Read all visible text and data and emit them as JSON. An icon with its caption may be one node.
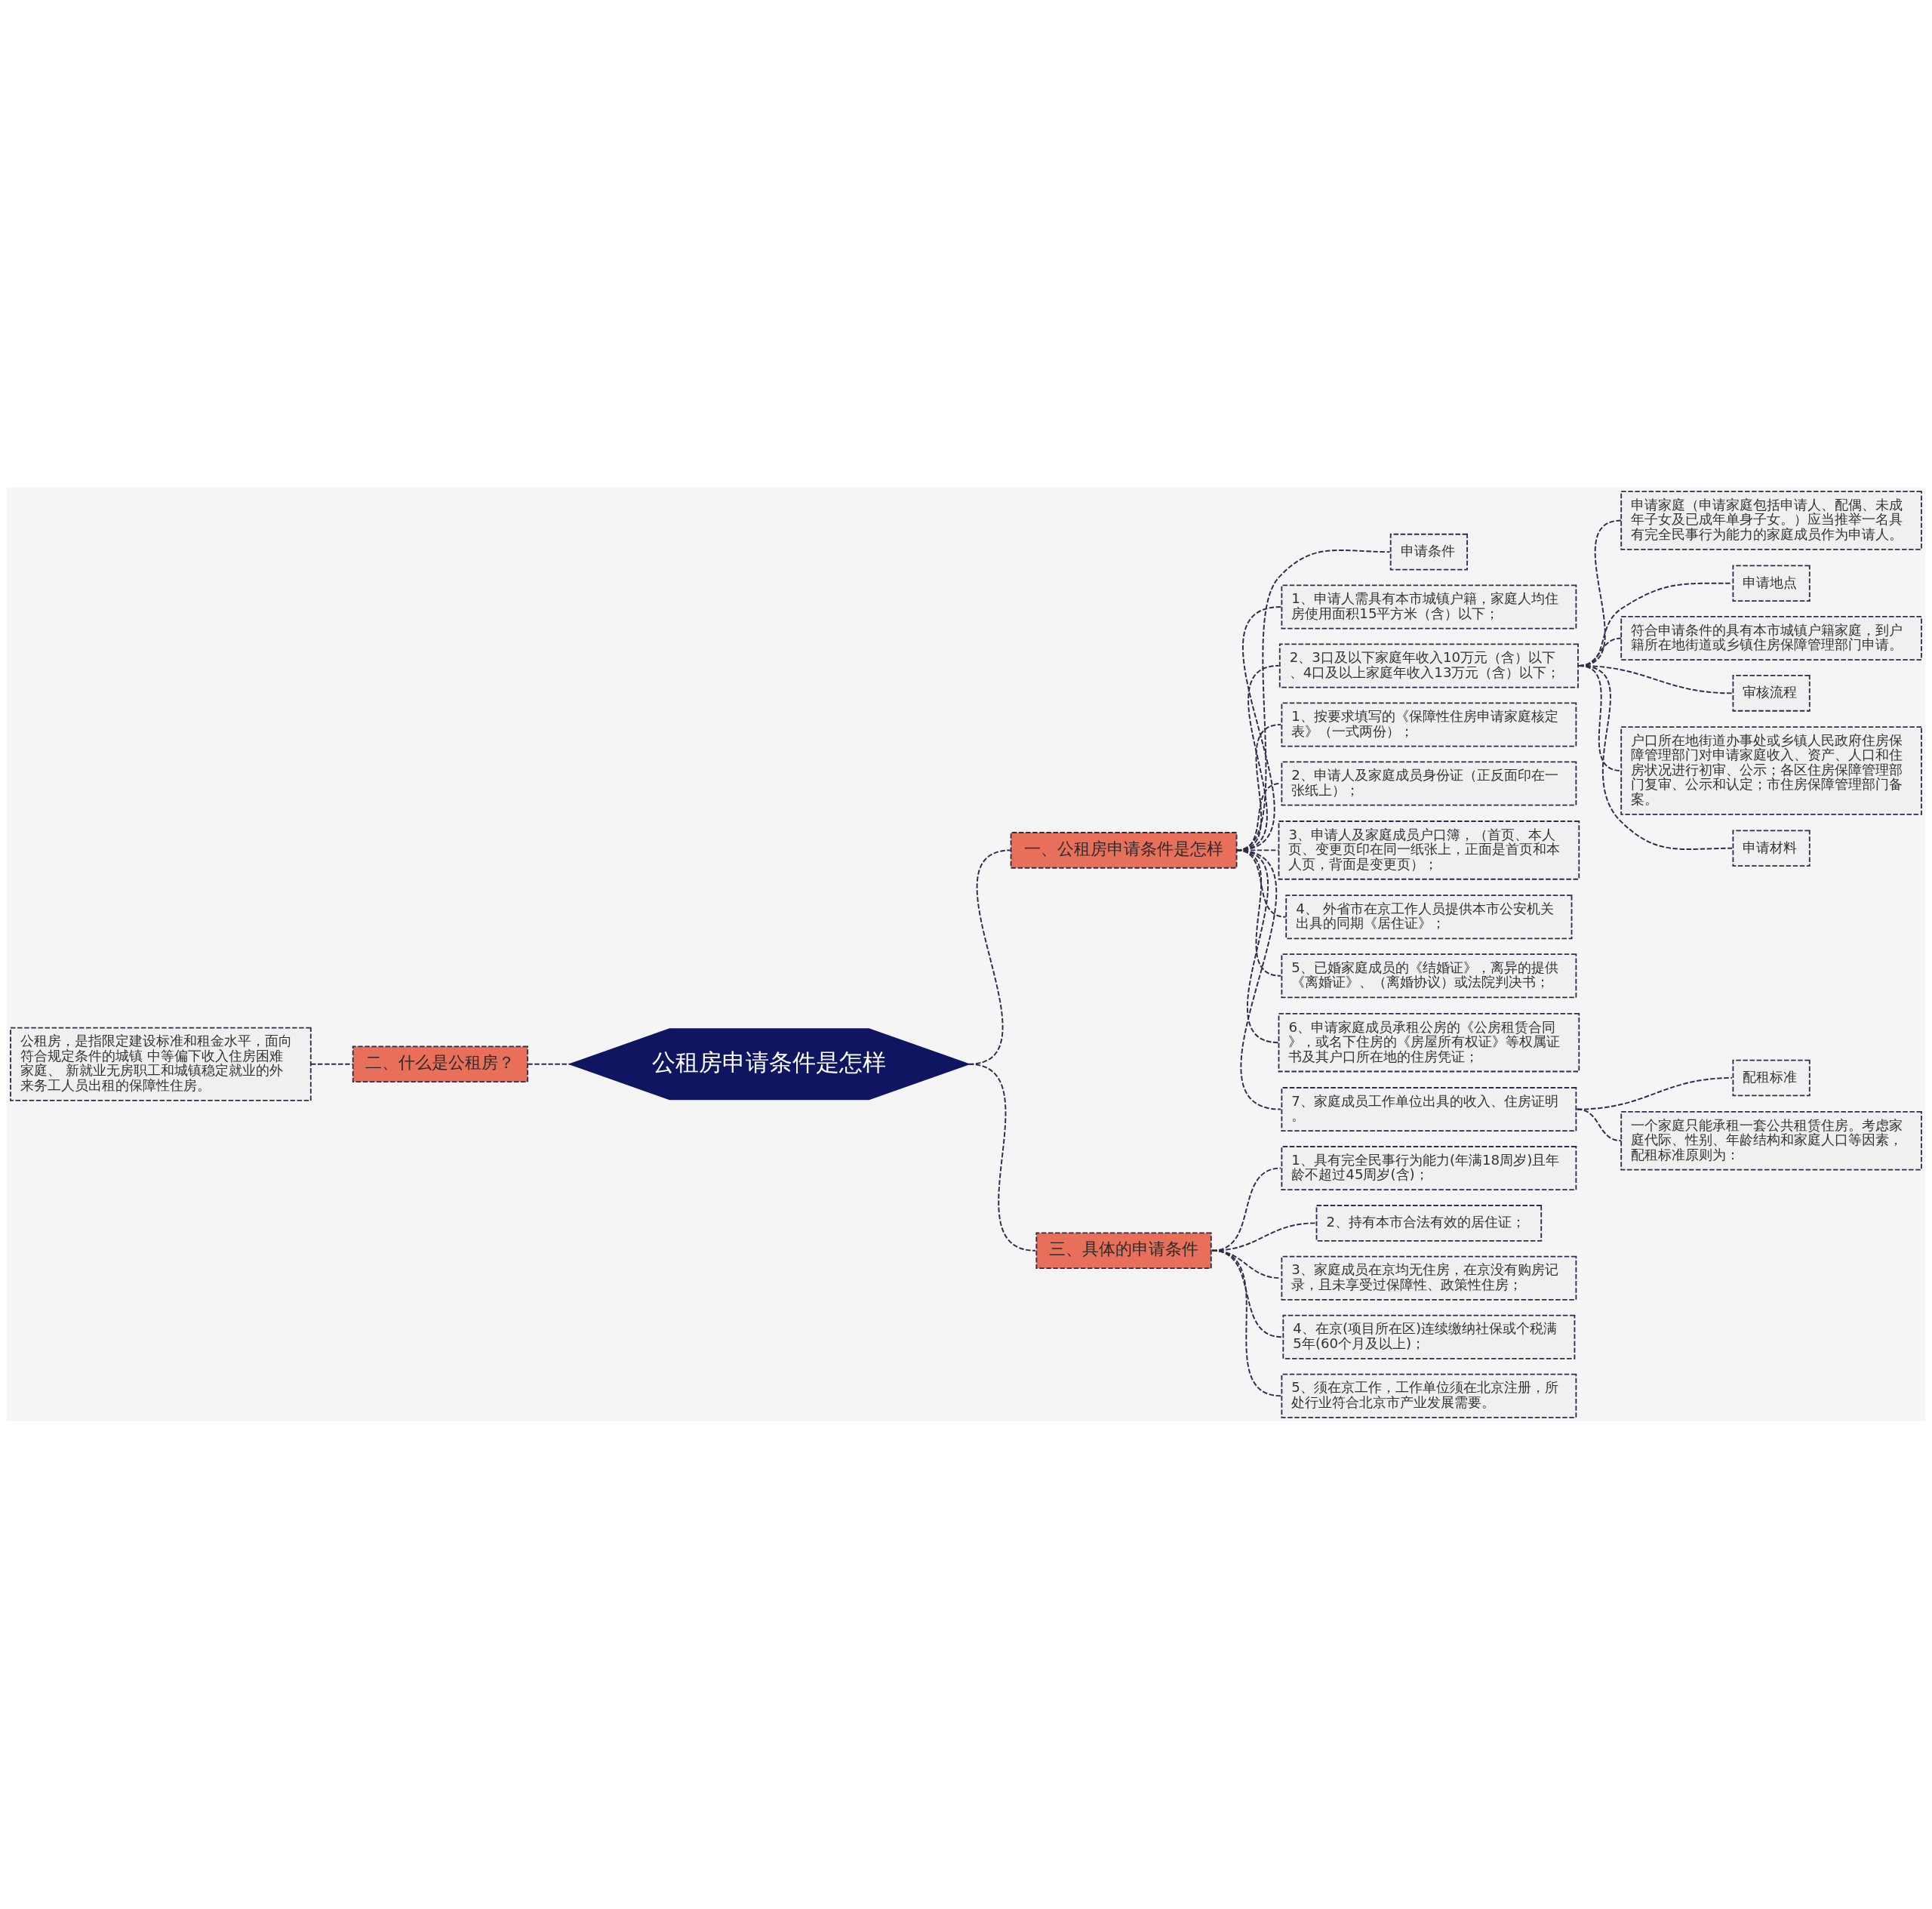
{
  "diagram": {
    "nodes": [
      {
        "text": [
          "公租房申请条件是怎样"
        ]
      },
      {
        "text": [
          "一、公租房申请条件是怎样"
        ]
      },
      {
        "text": [
          "申请条件"
        ]
      },
      {
        "text": [
          "1、申请人需具有本市城镇户籍，家庭人均住房使用面积15平方米（含）以下；"
        ]
      },
      {
        "text": [
          "2、3口及以下家庭年收入10万元（含）以下、4口及以上家庭年收入13万元（含）以下；"
        ]
      },
      {
        "text": [
          "申请家庭（申请家庭包括申请人、配偶、未成年子女及已成年单身子女。）应当推举一名具有完全民事行为能力的家庭成员作为申请人。"
        ]
      },
      {
        "text": [
          "申请地点"
        ]
      },
      {
        "text": [
          "符合申请条件的具有本市城镇户籍家庭，到户籍所在地街道或乡镇住房保障管理部门申请。"
        ]
      },
      {
        "text": [
          "审核流程"
        ]
      },
      {
        "text": [
          "户口所在地街道办事处或乡镇人民政府住房保障管理部门对申请家庭收入、资产、人口和住房状况进行初审、公示；各区住房保障管理部门复审、公示和认定；市住房保障管理部门备案。"
        ]
      },
      {
        "text": [
          "申请材料"
        ]
      },
      {
        "text": [
          "1、按要求填写的《保障性住房申请家庭核定表》（一式两份）；"
        ]
      },
      {
        "text": [
          "2、申请人及家庭成员身份证（正反面印在一张纸上）；"
        ]
      },
      {
        "text": [
          "3、申请人及家庭成员户口簿，（首页、本人页、变更页印在同一纸张上，正面是首页和本人页，背面是变更页）；"
        ]
      },
      {
        "text": [
          "4、 外省市在京工作人员提供本市公安机关出具的同期《居住证》；"
        ]
      },
      {
        "text": [
          "5、已婚家庭成员的《结婚证》，离异的提供《离婚证》、（离婚协议）或法院判决书；"
        ]
      },
      {
        "text": [
          "6、申请家庭成员承租公房的《公房租赁合同》，或名下住房的《房屋所有权证》等权属证书及其户口所在地的住房凭证；"
        ]
      },
      {
        "text": [
          "7、家庭成员工作单位出具的收入、住房证明。"
        ]
      },
      {
        "text": [
          "配租标准"
        ]
      },
      {
        "text": [
          "一个家庭只能承租一套公共租赁住房。考虑家庭代际、性别、年龄结构和家庭人口等因素，配租标准原则为："
        ]
      },
      {
        "text": [
          "三、具体的申请条件"
        ]
      },
      {
        "text": [
          "1、具有完全民事行为能力(年满18周岁)且年龄不超过45周岁(含)；"
        ]
      },
      {
        "text": [
          "2、持有本市合法有效的居住证；"
        ]
      },
      {
        "text": [
          "3、家庭成员在京均无住房，在京没有购房记录，且未享受过保障性、政策性住房；"
        ]
      },
      {
        "text": [
          "4、在京(项目所在区)连续缴纳社保或个税满5年(60个月及以上)；"
        ]
      },
      {
        "text": [
          "5、须在京工作，工作单位须在北京注册，所处行业符合北京市产业发展需要。"
        ]
      },
      {
        "text": [
          "二、什么是公租房？"
        ]
      },
      {
        "text": [
          "公租房，是指限定建设标准和租金水平，面向符合规定条件的城镇 中等偏下收入住房困难家庭、 新就业无房职工和城镇稳定就业的外来务工人员出租的保障性住房。"
        ]
      }
    ],
    "edges": [
      {
        "from": 0,
        "to": 1,
        "arrow": "none",
        "style": "dashed"
      },
      {
        "from": 1,
        "to": 2,
        "arrow": "none",
        "style": "dashed"
      },
      {
        "from": 1,
        "to": 3,
        "arrow": "none",
        "style": "dashed"
      },
      {
        "from": 1,
        "to": 4,
        "arrow": "none",
        "style": "dashed"
      },
      {
        "from": 4,
        "to": 5,
        "arrow": "none",
        "style": "dashed"
      },
      {
        "from": 4,
        "to": 6,
        "arrow": "none",
        "style": "dashed"
      },
      {
        "from": 4,
        "to": 7,
        "arrow": "none",
        "style": "dashed"
      },
      {
        "from": 4,
        "to": 8,
        "arrow": "none",
        "style": "dashed"
      },
      {
        "from": 4,
        "to": 9,
        "arrow": "none",
        "style": "dashed"
      },
      {
        "from": 4,
        "to": 10,
        "arrow": "none",
        "style": "dashed"
      },
      {
        "from": 1,
        "to": 11,
        "arrow": "none",
        "style": "dashed"
      },
      {
        "from": 1,
        "to": 12,
        "arrow": "none",
        "style": "dashed"
      },
      {
        "from": 1,
        "to": 13,
        "arrow": "none",
        "style": "dashed"
      },
      {
        "from": 1,
        "to": 14,
        "arrow": "none",
        "style": "dashed"
      },
      {
        "from": 1,
        "to": 15,
        "arrow": "none",
        "style": "dashed"
      },
      {
        "from": 1,
        "to": 16,
        "arrow": "none",
        "style": "dashed"
      },
      {
        "from": 1,
        "to": 17,
        "arrow": "none",
        "style": "dashed"
      },
      {
        "from": 17,
        "to": 18,
        "arrow": "none",
        "style": "dashed"
      },
      {
        "from": 17,
        "to": 19,
        "arrow": "none",
        "style": "dashed"
      },
      {
        "from": 0,
        "to": 20,
        "arrow": "none",
        "style": "dashed"
      },
      {
        "from": 20,
        "to": 21,
        "arrow": "none",
        "style": "dashed"
      },
      {
        "from": 20,
        "to": 22,
        "arrow": "none",
        "style": "dashed"
      },
      {
        "from": 20,
        "to": 23,
        "arrow": "none",
        "style": "dashed"
      },
      {
        "from": 20,
        "to": 24,
        "arrow": "none",
        "style": "dashed"
      },
      {
        "from": 20,
        "to": 25,
        "arrow": "none",
        "style": "dashed"
      },
      {
        "from": 26,
        "to": 0,
        "arrow": "none",
        "style": "dashed"
      },
      {
        "from": 27,
        "to": 26,
        "arrow": "none",
        "style": "dashed"
      }
    ]
  }
}
